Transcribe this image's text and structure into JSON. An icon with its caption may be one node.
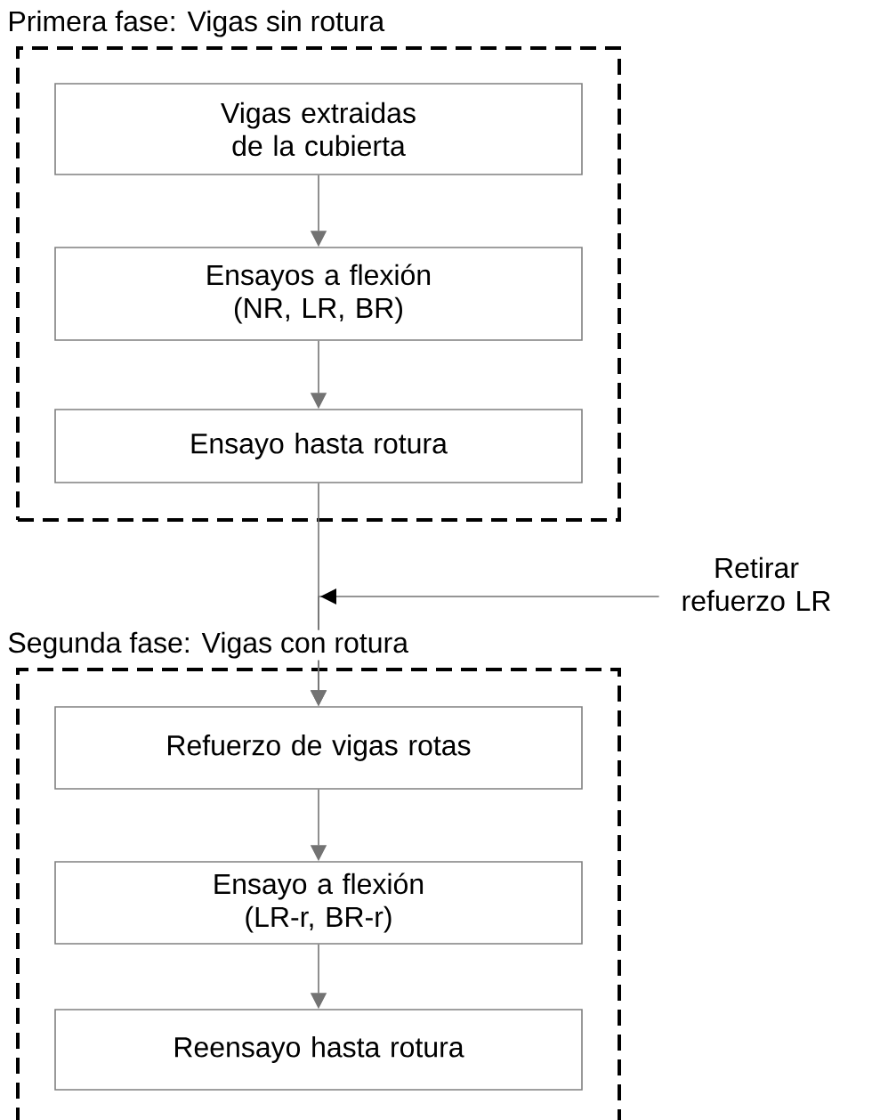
{
  "diagram": {
    "nodes": [
      {
        "text": [
          "Primera fase: Vigas sin rotura"
        ]
      },
      {
        "text": [
          "Vigas extraidas de la cubierta"
        ],
        "in": 0
      },
      {
        "text": [
          "Ensayos a flexión (NR, LR, BR)"
        ],
        "in": 0
      },
      {
        "text": [
          "Ensayo hasta rotura"
        ],
        "in": 0
      },
      {
        "text": [
          "Retirar refuerzo LR"
        ]
      },
      {
        "text": [
          "Segunda fase: Vigas con rotura"
        ]
      },
      {
        "text": [
          "Refuerzo de vigas rotas"
        ],
        "in": 5
      },
      {
        "text": [
          "Ensayo a flexión (LR-r, BR-r)"
        ],
        "in": 5
      },
      {
        "text": [
          "Reensayo hasta rotura"
        ],
        "in": 5
      }
    ],
    "edges": [
      {
        "from": 1,
        "to": 2,
        "arrow": "to"
      },
      {
        "from": 2,
        "to": 3,
        "arrow": "to"
      },
      {
        "from": 3,
        "to": 6,
        "arrow": "to"
      },
      {
        "from": 4,
        "to": 6,
        "arrow": "to"
      },
      {
        "from": 6,
        "to": 7,
        "arrow": "to"
      },
      {
        "from": 7,
        "to": 8,
        "arrow": "to"
      }
    ]
  }
}
